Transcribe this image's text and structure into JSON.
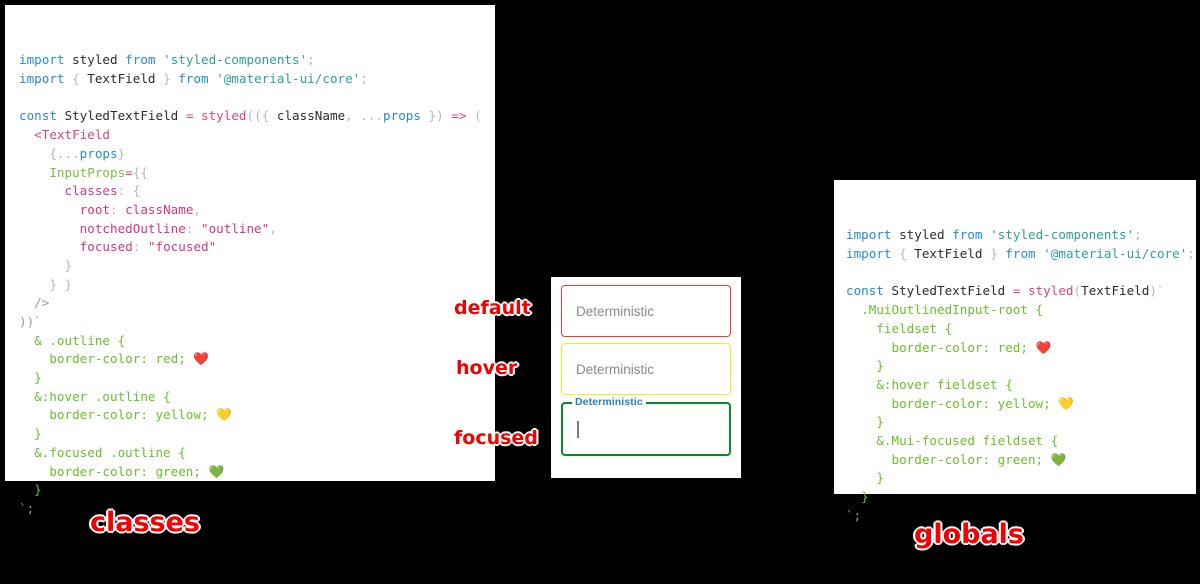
{
  "background_color": "#000000",
  "accent_color": "#f40000",
  "panels": {
    "classes": {
      "caption": "classes",
      "code_lines": [
        [
          {
            "t": "import",
            "c": "t-kw"
          },
          {
            "t": " styled ",
            "c": "t-plain"
          },
          {
            "t": "from",
            "c": "t-kw"
          },
          {
            "t": " ",
            "c": "t-plain"
          },
          {
            "t": "'styled-components'",
            "c": "t-str"
          },
          {
            "t": ";",
            "c": "t-punct"
          }
        ],
        [
          {
            "t": "import",
            "c": "t-kw"
          },
          {
            "t": " ",
            "c": "t-plain"
          },
          {
            "t": "{",
            "c": "t-punct"
          },
          {
            "t": " TextField ",
            "c": "t-plain"
          },
          {
            "t": "}",
            "c": "t-punct"
          },
          {
            "t": " ",
            "c": "t-plain"
          },
          {
            "t": "from",
            "c": "t-kw"
          },
          {
            "t": " ",
            "c": "t-plain"
          },
          {
            "t": "'@material-ui/core'",
            "c": "t-str"
          },
          {
            "t": ";",
            "c": "t-punct"
          }
        ],
        [],
        [
          {
            "t": "const",
            "c": "t-kw"
          },
          {
            "t": " StyledTextField ",
            "c": "t-plain"
          },
          {
            "t": "=",
            "c": "t-op"
          },
          {
            "t": " ",
            "c": "t-plain"
          },
          {
            "t": "styled",
            "c": "t-fn"
          },
          {
            "t": "((",
            "c": "t-punct"
          },
          {
            "t": "{",
            "c": "t-punct"
          },
          {
            "t": " className",
            "c": "t-plain"
          },
          {
            "t": ",",
            "c": "t-punct"
          },
          {
            "t": " ",
            "c": "t-plain"
          },
          {
            "t": "...",
            "c": "t-punct"
          },
          {
            "t": "props",
            "c": "t-var"
          },
          {
            "t": " }) ",
            "c": "t-punct"
          },
          {
            "t": "=>",
            "c": "t-op"
          },
          {
            "t": " (",
            "c": "t-punct"
          }
        ],
        [
          {
            "t": "  <",
            "c": "t-tag"
          },
          {
            "t": "TextField",
            "c": "t-tag"
          }
        ],
        [
          {
            "t": "    {",
            "c": "t-punct"
          },
          {
            "t": "...",
            "c": "t-punct"
          },
          {
            "t": "props",
            "c": "t-var"
          },
          {
            "t": "}",
            "c": "t-punct"
          }
        ],
        [
          {
            "t": "    InputProps",
            "c": "t-attr"
          },
          {
            "t": "=",
            "c": "t-op"
          },
          {
            "t": "{{",
            "c": "t-punct"
          }
        ],
        [
          {
            "t": "      classes",
            "c": "t-prop"
          },
          {
            "t": ": ",
            "c": "t-punct"
          },
          {
            "t": "{",
            "c": "t-punct"
          }
        ],
        [
          {
            "t": "        root",
            "c": "t-prop"
          },
          {
            "t": ": ",
            "c": "t-punct"
          },
          {
            "t": "className",
            "c": "t-prop"
          },
          {
            "t": ",",
            "c": "t-punct"
          }
        ],
        [
          {
            "t": "        notchedOutline",
            "c": "t-prop"
          },
          {
            "t": ": ",
            "c": "t-punct"
          },
          {
            "t": "\"outline\"",
            "c": "t-propstr"
          },
          {
            "t": ",",
            "c": "t-punct"
          }
        ],
        [
          {
            "t": "        focused",
            "c": "t-prop"
          },
          {
            "t": ": ",
            "c": "t-punct"
          },
          {
            "t": "\"focused\"",
            "c": "t-propstr"
          }
        ],
        [
          {
            "t": "      }",
            "c": "t-punct"
          }
        ],
        [
          {
            "t": "    } }",
            "c": "t-punct"
          }
        ],
        [
          {
            "t": "  />",
            "c": "t-grey"
          }
        ],
        [
          {
            "t": "))`",
            "c": "t-grey"
          }
        ],
        [
          {
            "t": "  & .outline {",
            "c": "t-css"
          }
        ],
        [
          {
            "t": "    border-color: red; ",
            "c": "t-css"
          },
          {
            "t": "❤️",
            "c": "emoji"
          }
        ],
        [
          {
            "t": "  }",
            "c": "t-css"
          }
        ],
        [
          {
            "t": "  &:hover .outline {",
            "c": "t-css"
          }
        ],
        [
          {
            "t": "    border-color: yellow; ",
            "c": "t-css"
          },
          {
            "t": "💛",
            "c": "emoji"
          }
        ],
        [
          {
            "t": "  }",
            "c": "t-css"
          }
        ],
        [
          {
            "t": "  &.focused .outline {",
            "c": "t-css"
          }
        ],
        [
          {
            "t": "    border-color: green; ",
            "c": "t-css"
          },
          {
            "t": "💚",
            "c": "emoji"
          }
        ],
        [
          {
            "t": "  }",
            "c": "t-css"
          }
        ],
        [
          {
            "t": "`;",
            "c": "t-grey"
          }
        ]
      ]
    },
    "globals": {
      "caption": "globals",
      "code_lines": [
        [
          {
            "t": "import",
            "c": "t-kw"
          },
          {
            "t": " styled ",
            "c": "t-plain"
          },
          {
            "t": "from",
            "c": "t-kw"
          },
          {
            "t": " ",
            "c": "t-plain"
          },
          {
            "t": "'styled-components'",
            "c": "t-str"
          },
          {
            "t": ";",
            "c": "t-punct"
          }
        ],
        [
          {
            "t": "import",
            "c": "t-kw"
          },
          {
            "t": " ",
            "c": "t-plain"
          },
          {
            "t": "{",
            "c": "t-punct"
          },
          {
            "t": " TextField ",
            "c": "t-plain"
          },
          {
            "t": "}",
            "c": "t-punct"
          },
          {
            "t": " ",
            "c": "t-plain"
          },
          {
            "t": "from",
            "c": "t-kw"
          },
          {
            "t": " ",
            "c": "t-plain"
          },
          {
            "t": "'@material-ui/core'",
            "c": "t-str"
          },
          {
            "t": ";",
            "c": "t-punct"
          }
        ],
        [],
        [
          {
            "t": "const",
            "c": "t-kw"
          },
          {
            "t": " StyledTextField ",
            "c": "t-plain"
          },
          {
            "t": "=",
            "c": "t-op"
          },
          {
            "t": " ",
            "c": "t-plain"
          },
          {
            "t": "styled",
            "c": "t-fn"
          },
          {
            "t": "(",
            "c": "t-punct"
          },
          {
            "t": "TextField",
            "c": "t-plain"
          },
          {
            "t": ")`",
            "c": "t-punct"
          }
        ],
        [
          {
            "t": "  .MuiOutlinedInput-root {",
            "c": "t-css"
          }
        ],
        [
          {
            "t": "    fieldset {",
            "c": "t-css"
          }
        ],
        [
          {
            "t": "      border-color: red; ",
            "c": "t-css"
          },
          {
            "t": "❤️",
            "c": "emoji"
          }
        ],
        [
          {
            "t": "    }",
            "c": "t-css"
          }
        ],
        [
          {
            "t": "    &:hover fieldset {",
            "c": "t-css"
          }
        ],
        [
          {
            "t": "      border-color: yellow; ",
            "c": "t-css"
          },
          {
            "t": "💛",
            "c": "emoji"
          }
        ],
        [
          {
            "t": "    }",
            "c": "t-css"
          }
        ],
        [
          {
            "t": "    &.Mui-focused fieldset {",
            "c": "t-css"
          }
        ],
        [
          {
            "t": "      border-color: green; ",
            "c": "t-css"
          },
          {
            "t": "💚",
            "c": "emoji"
          }
        ],
        [
          {
            "t": "    }",
            "c": "t-css"
          }
        ],
        [
          {
            "t": "  }",
            "c": "t-css"
          }
        ],
        [
          {
            "t": "`;",
            "c": "t-grey"
          }
        ]
      ]
    },
    "demo": {
      "fields": [
        {
          "state_label": "default",
          "value": "",
          "placeholder": "Deterministic",
          "border_color": "#f13a30",
          "floating_label": null
        },
        {
          "state_label": "hover",
          "value": "",
          "placeholder": "Deterministic",
          "border_color": "#ffe713",
          "floating_label": null
        },
        {
          "state_label": "focused",
          "value": "",
          "placeholder": "",
          "border_color": "#0a8a27",
          "floating_label": "Deterministic",
          "floating_label_color": "#2b7ad4"
        }
      ]
    }
  }
}
